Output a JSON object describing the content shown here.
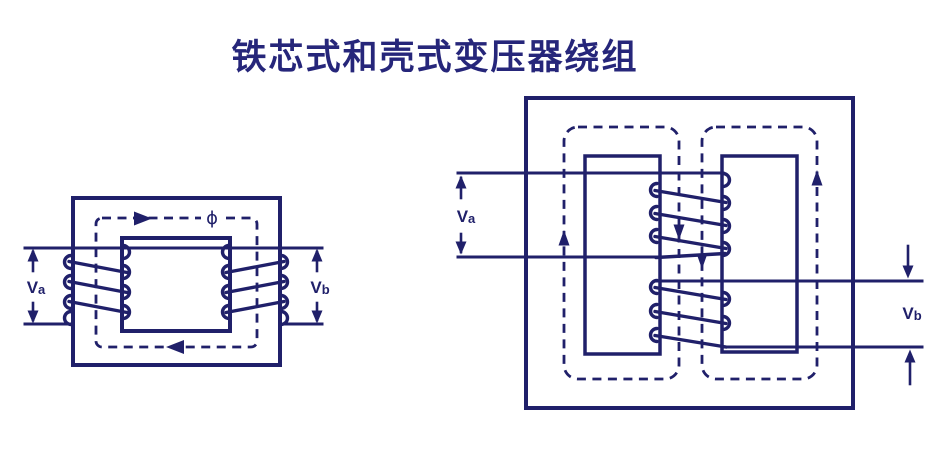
{
  "title": "铁芯式和壳式变压器绕组",
  "colors": {
    "line": "#20206a",
    "title": "#26267a",
    "background": "#ffffff"
  },
  "labels": {
    "va": {
      "main": "V",
      "sub": "a"
    },
    "vb": {
      "main": "V",
      "sub": "b"
    },
    "phi": "ɸ"
  }
}
